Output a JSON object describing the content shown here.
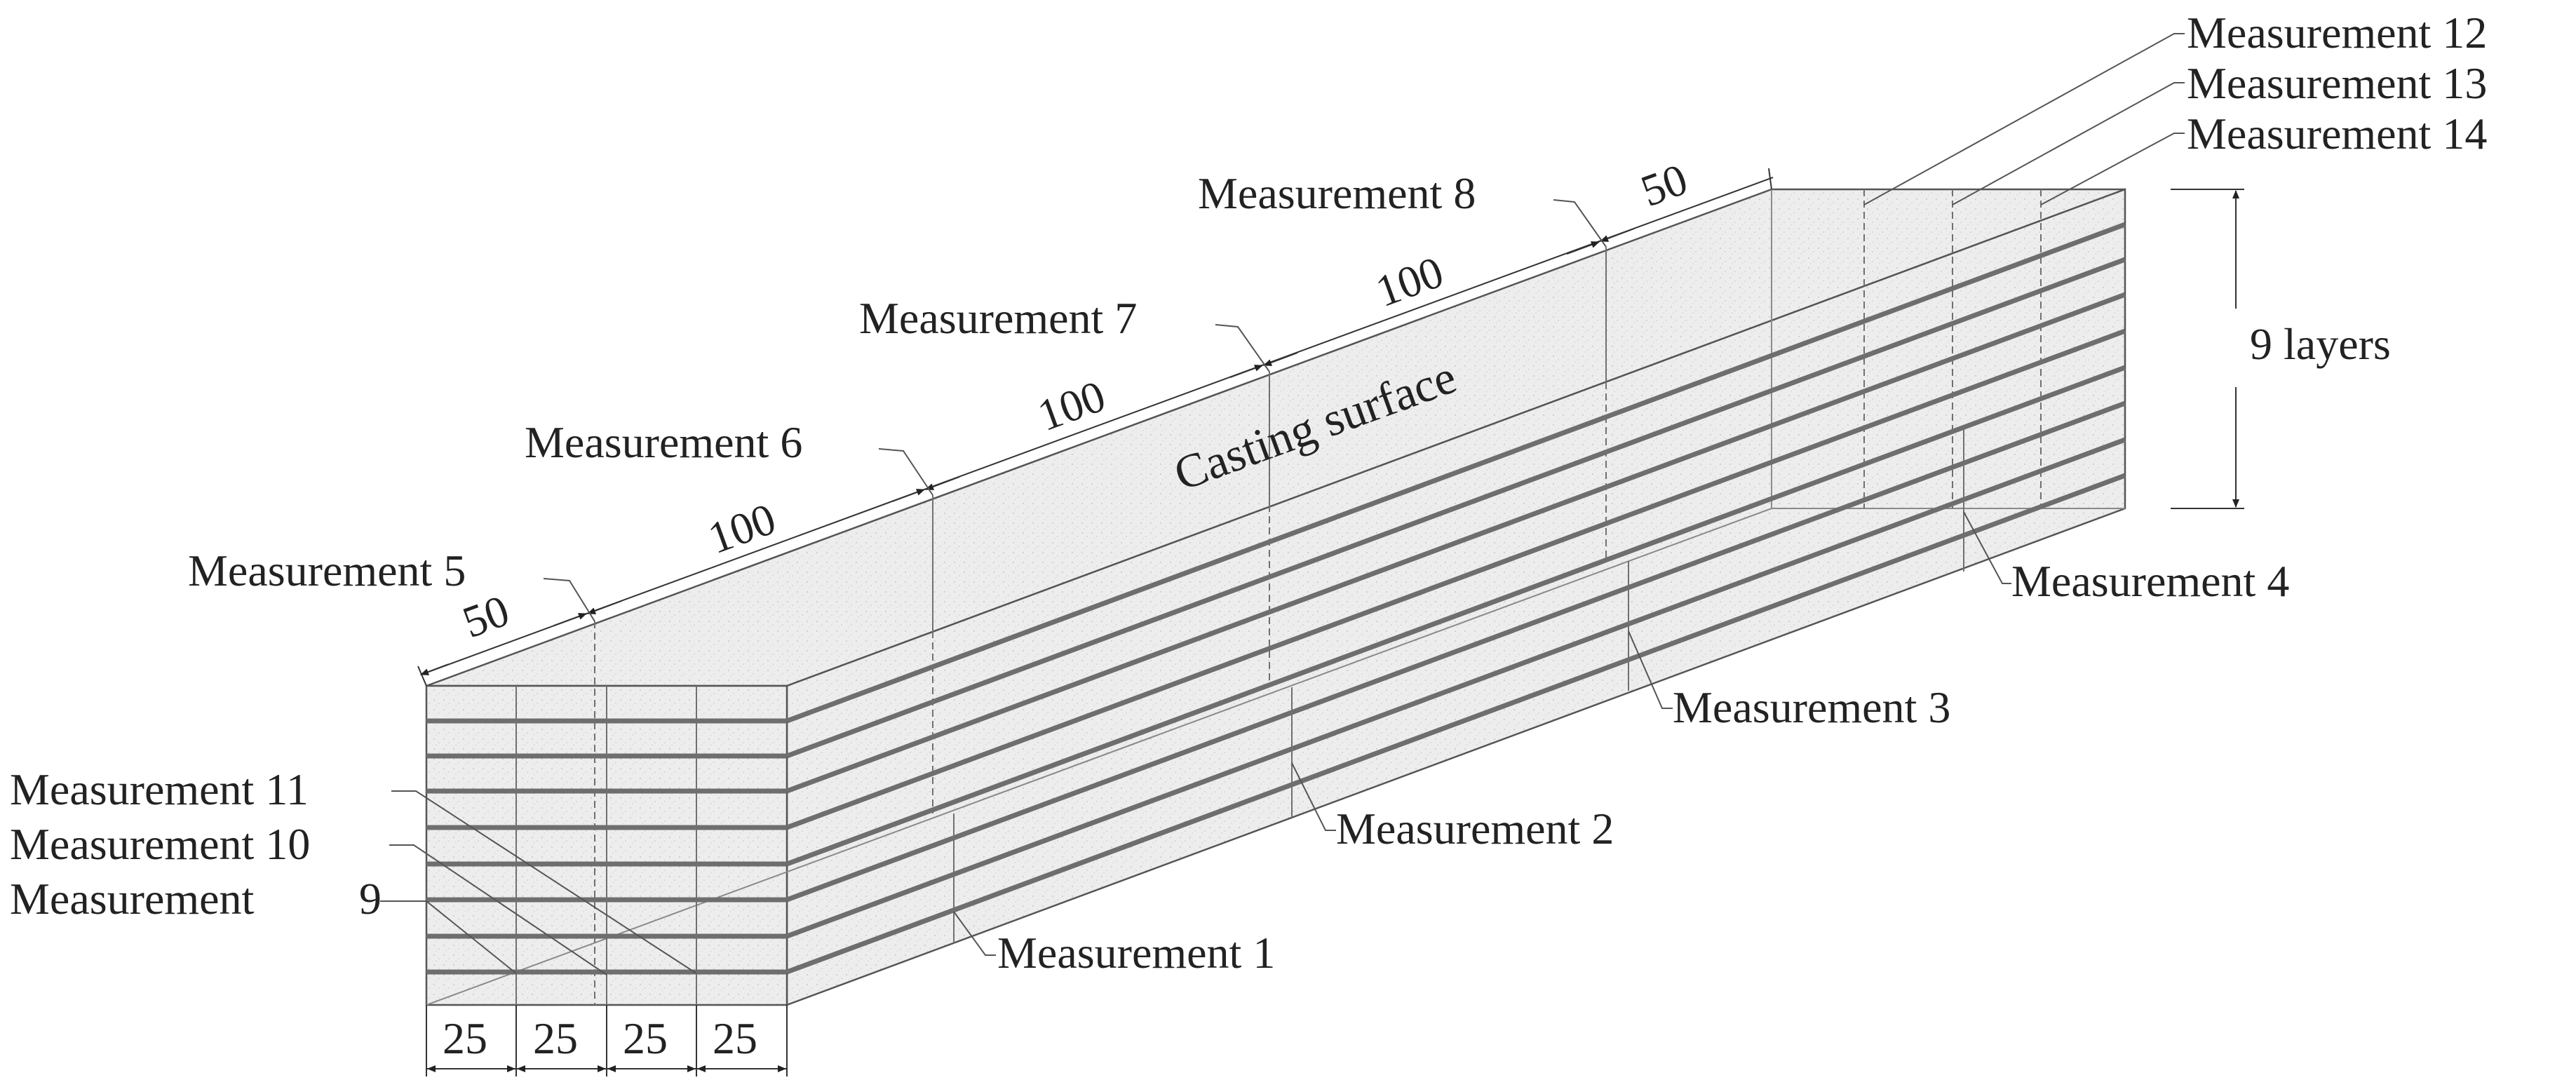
{
  "measurements": {
    "m1": "Measurement 1",
    "m2": "Measurement 2",
    "m3": "Measurement 3",
    "m4": "Measurement 4",
    "m5": "Measurement 5",
    "m6": "Measurement 6",
    "m7": "Measurement 7",
    "m8": "Measurement 8",
    "m9": "Measurement",
    "m9_num": "9",
    "m10": "Measurement 10",
    "m11": "Measurement 11",
    "m12": "Measurement 12",
    "m13": "Measurement 13",
    "m14": "Measurement 14"
  },
  "surface_label": "Casting surface",
  "layers_label": "9 layers",
  "dims": {
    "end_left": "50",
    "span_1": "100",
    "span_2": "100",
    "span_3": "100",
    "end_right": "50",
    "width_1": "25",
    "width_2": "25",
    "width_3": "25",
    "width_4": "25"
  },
  "colors": {
    "line": "#555555",
    "text": "#222222",
    "surface_fill": "#ebebeb",
    "layer_band": "#6e6e6e"
  }
}
